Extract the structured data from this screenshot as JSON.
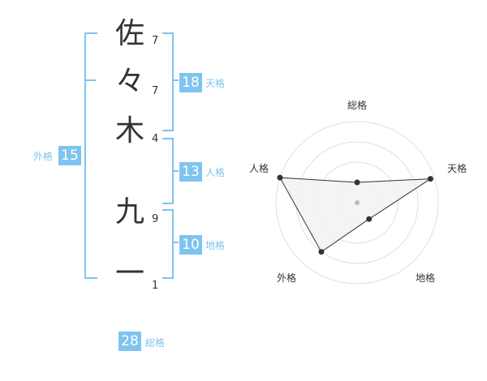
{
  "name": {
    "chars": [
      {
        "char": "佐",
        "strokes": "7"
      },
      {
        "char": "々",
        "strokes": "7"
      },
      {
        "char": "木",
        "strokes": "4"
      },
      {
        "char": "九",
        "strokes": "9"
      },
      {
        "char": "一",
        "strokes": "1"
      }
    ]
  },
  "fortunes": {
    "tenkaku": {
      "value": "18",
      "label": "天格"
    },
    "jinkaku": {
      "value": "13",
      "label": "人格"
    },
    "chikaku": {
      "value": "10",
      "label": "地格"
    },
    "gaikaku": {
      "value": "15",
      "label": "外格"
    },
    "soukaku": {
      "value": "28",
      "label": "総格"
    }
  },
  "radar": {
    "axes": [
      "総格",
      "天格",
      "地格",
      "外格",
      "人格"
    ],
    "values": [
      0.25,
      0.95,
      0.25,
      0.75,
      1.0
    ],
    "rings": 4,
    "colors": {
      "ring": "#e0e0e0",
      "fill": "#f2f2f2",
      "line": "#333333",
      "point": "#333333",
      "center": "#bbbbbb"
    }
  },
  "colors": {
    "accent": "#7fc4f0",
    "text": "#333333"
  }
}
